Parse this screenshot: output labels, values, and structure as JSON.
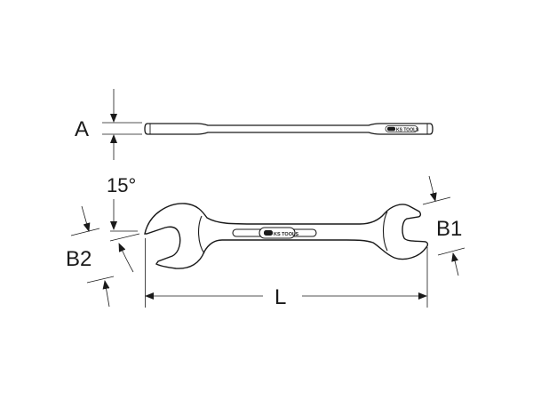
{
  "drawing": {
    "subject": "double open-end spanner",
    "brand_logo": "KS TOOLS",
    "dimensions": {
      "thickness_label": "A",
      "angle_label": "15°",
      "jaw_small_label": "B2",
      "jaw_large_label": "B1",
      "length_label": "L"
    },
    "colors": {
      "line": "#1a1a1a",
      "background": "#ffffff"
    }
  }
}
